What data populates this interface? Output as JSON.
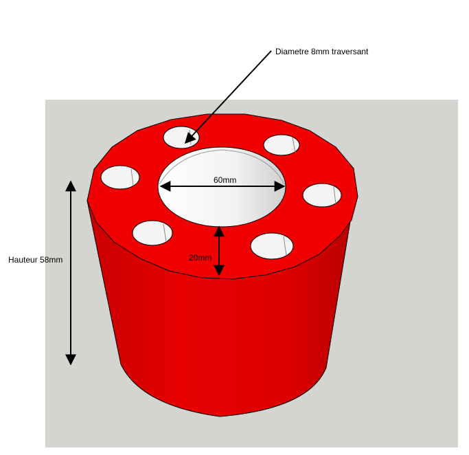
{
  "annotations": {
    "hole_label": "Diametre 8mm traversant",
    "center_diameter_label": "60mm",
    "wall_label": "20mm",
    "height_label": "Hauteur 58mm"
  },
  "colors": {
    "background": "#ffffff",
    "viewport": "#d4d4d0",
    "part_body": "#e30000",
    "part_top": "#f00000",
    "hole_interior": "#f4f4f4",
    "line": "#000000"
  }
}
